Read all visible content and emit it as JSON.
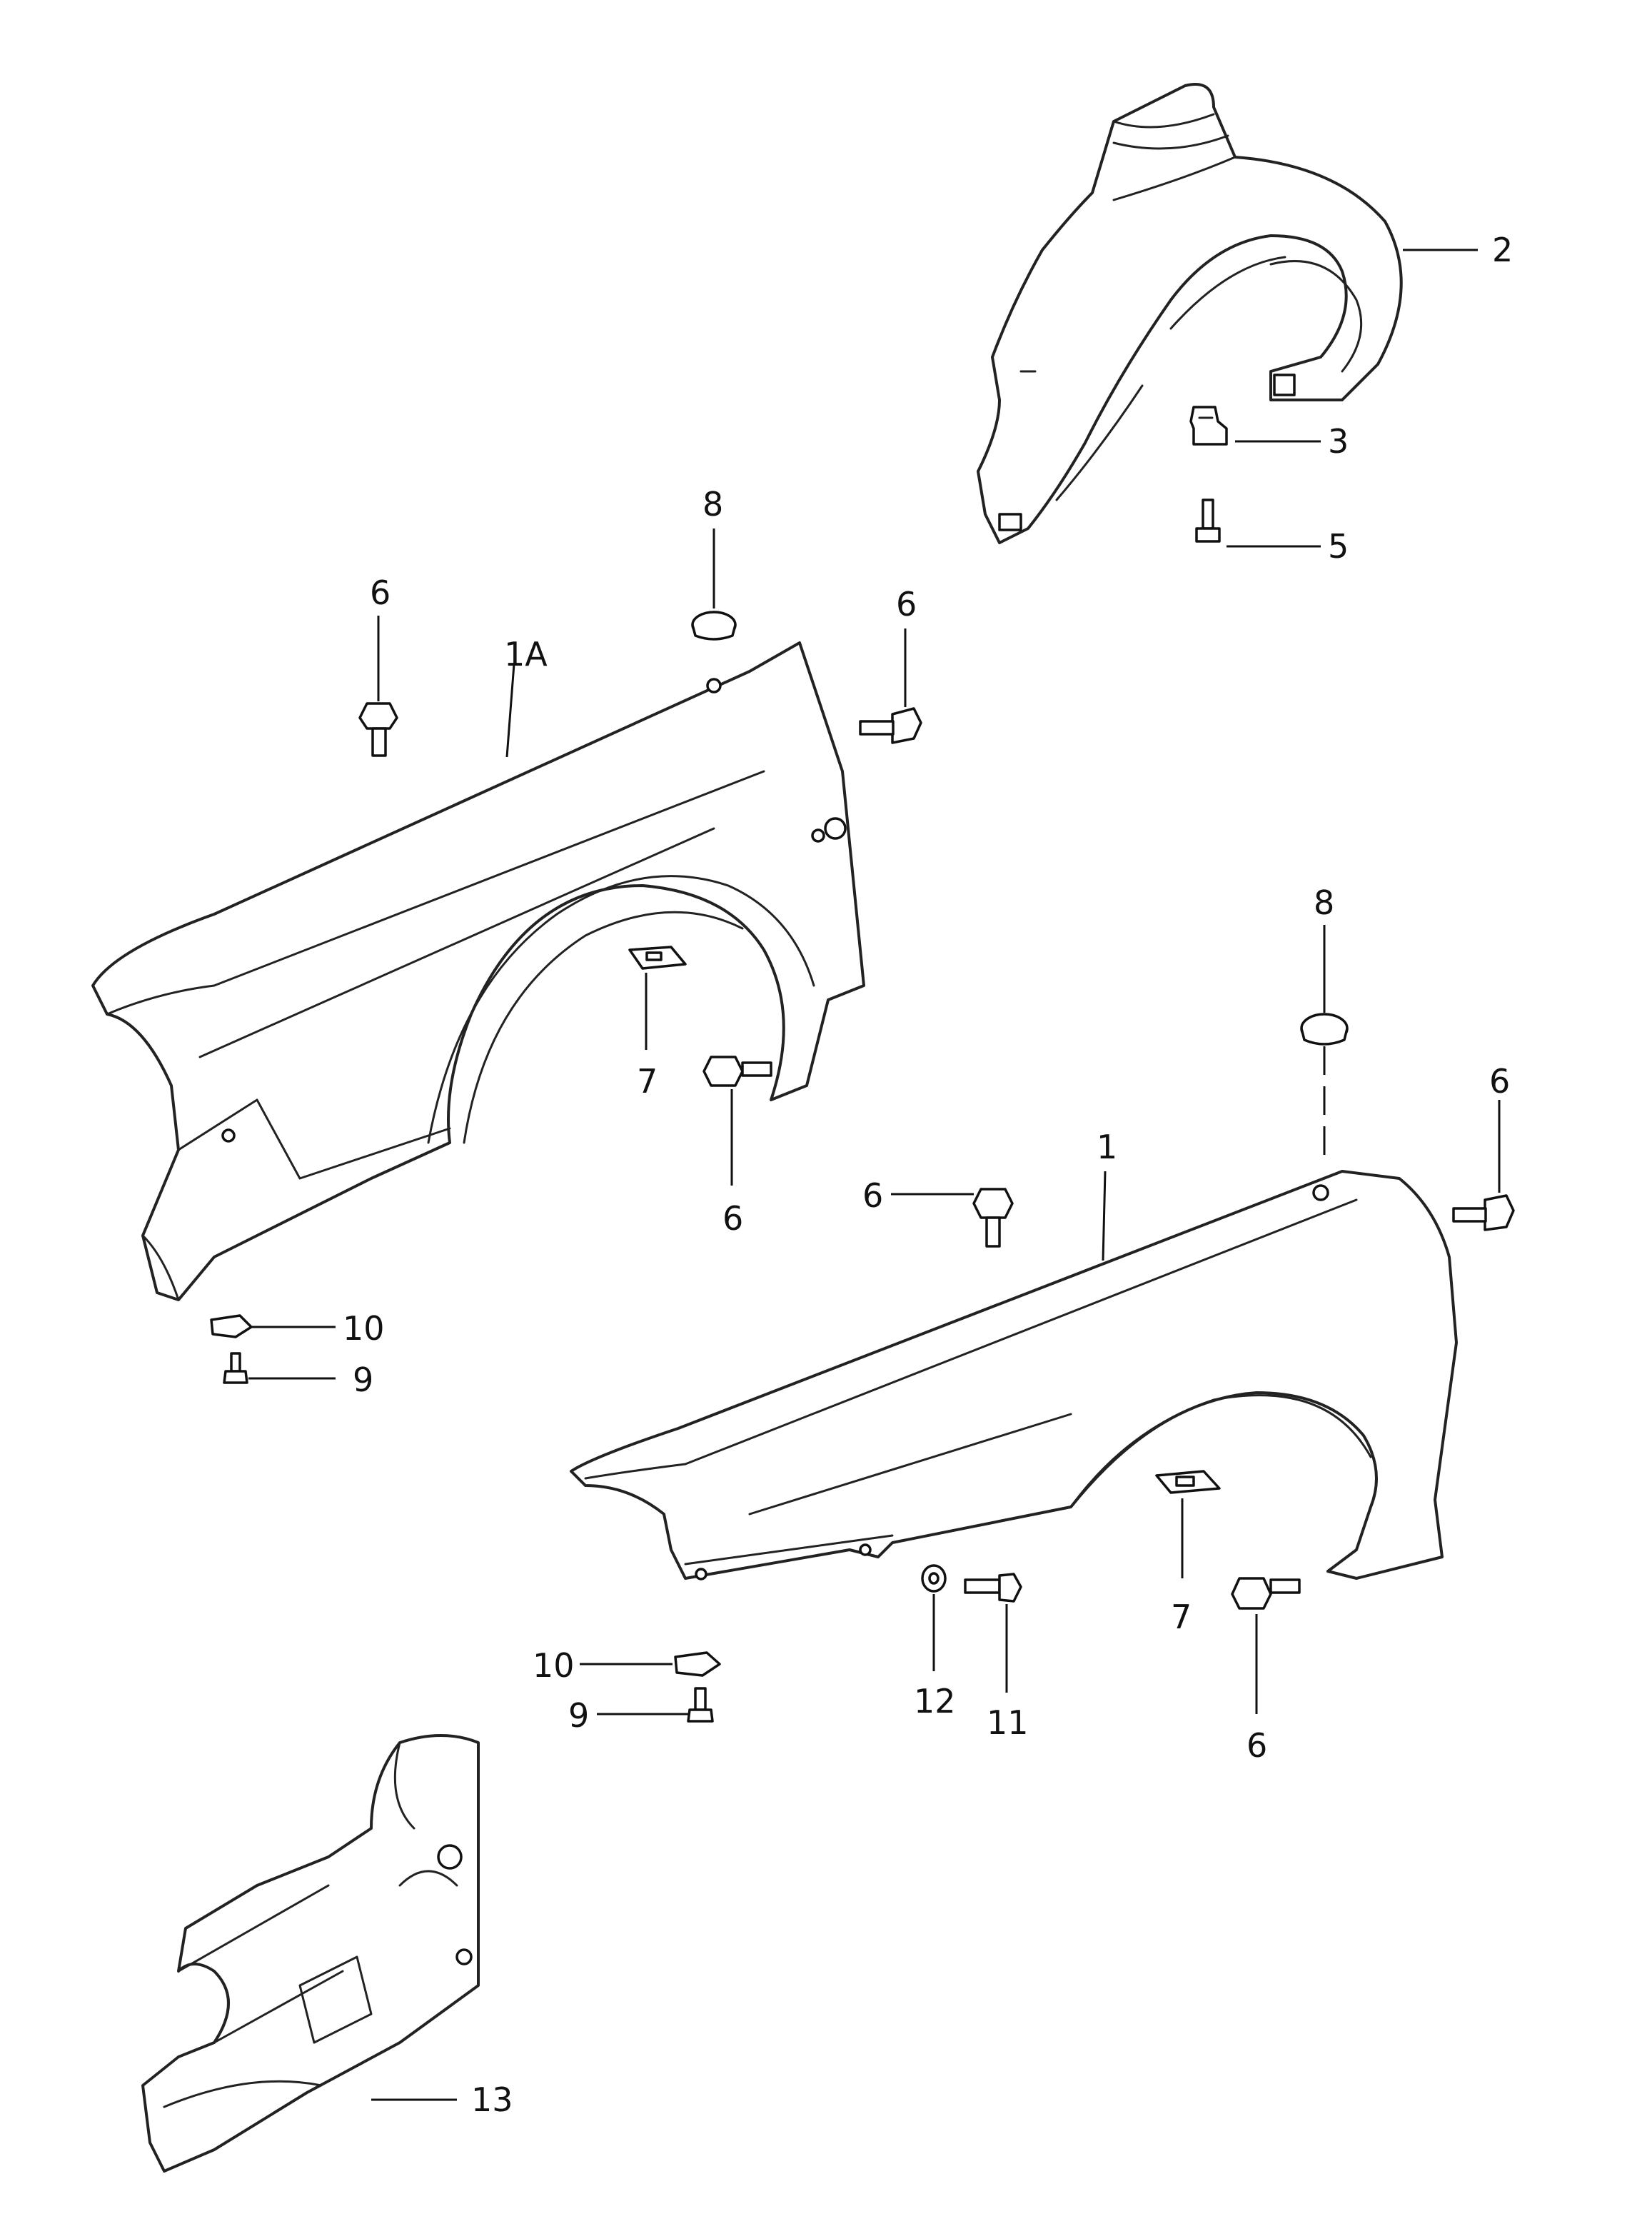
{
  "callouts": {
    "c1": "1",
    "c1a": "1A",
    "c2": "2",
    "c3": "3",
    "c5": "5",
    "c6": "6",
    "c7": "7",
    "c8": "8",
    "c9": "9",
    "c10": "10",
    "c11": "11",
    "c12": "12",
    "c13": "13"
  },
  "colors": {
    "line": "#222222",
    "background": "#ffffff"
  }
}
